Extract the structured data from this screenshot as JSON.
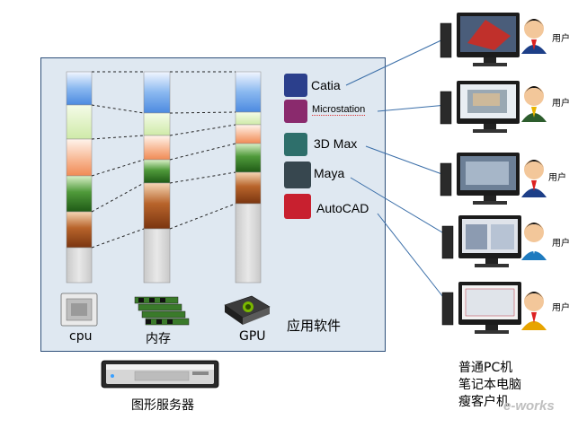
{
  "resources": {
    "cpu_label": "cpu",
    "memory_label": "内存",
    "gpu_label": "GPU",
    "software_label": "应用软件"
  },
  "apps": [
    {
      "name": "Catia",
      "icon": "catia-icon",
      "color": "#2b3f8c"
    },
    {
      "name": "Microstation",
      "icon": "microstation-icon",
      "color": "#8a2a6d"
    },
    {
      "name": "3D Max",
      "icon": "3dsmax-icon",
      "color": "#2e6f6b"
    },
    {
      "name": "Maya",
      "icon": "maya-icon",
      "color": "#37474f"
    },
    {
      "name": "AutoCAD",
      "icon": "autocad-icon",
      "color": "#c8202f"
    }
  ],
  "users": [
    {
      "label": "用户"
    },
    {
      "label": "用户"
    },
    {
      "label": "用户"
    },
    {
      "label": "用户"
    },
    {
      "label": "用户"
    }
  ],
  "server_label": "图形服务器",
  "clients_text": [
    "普通PC机",
    "笔记本电脑",
    "瘦客户机"
  ],
  "watermark": "e-works",
  "colors": {
    "panel_bg": "#dfe8f1",
    "panel_border": "#2e4f7a",
    "link_line": "#3a6ea8",
    "segment_blue": "#6fa6e8",
    "segment_lightgreen": "#dff3c4",
    "segment_peach": "#f6b088",
    "segment_green": "#2f7a22",
    "segment_brown": "#9a4a17",
    "segment_empty": "#d8d8d8"
  }
}
